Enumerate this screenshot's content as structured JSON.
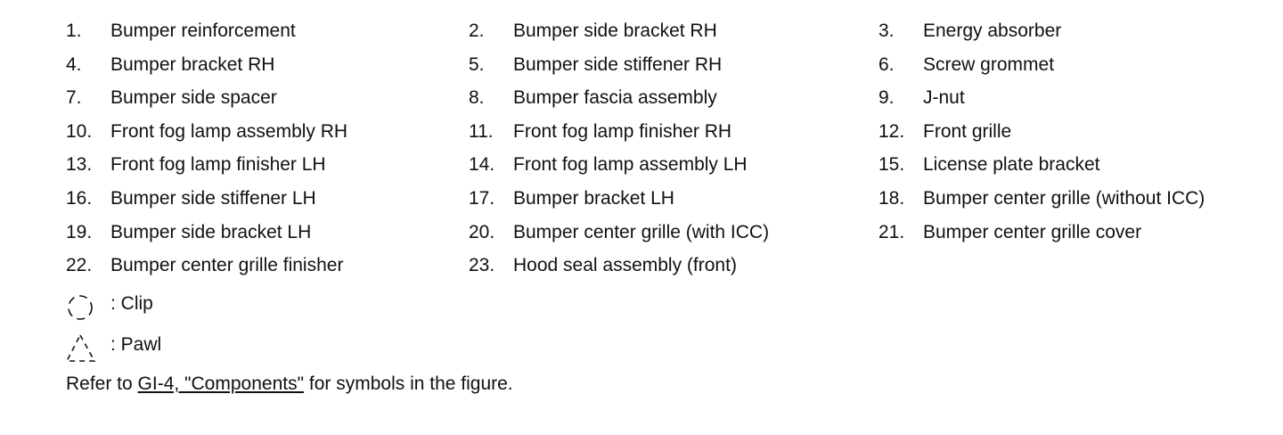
{
  "parts": [
    {
      "num": "1.",
      "name": "Bumper reinforcement"
    },
    {
      "num": "2.",
      "name": "Bumper side bracket RH"
    },
    {
      "num": "3.",
      "name": "Energy absorber"
    },
    {
      "num": "4.",
      "name": "Bumper bracket RH"
    },
    {
      "num": "5.",
      "name": "Bumper side stiffener RH"
    },
    {
      "num": "6.",
      "name": "Screw grommet"
    },
    {
      "num": "7.",
      "name": "Bumper side spacer"
    },
    {
      "num": "8.",
      "name": "Bumper fascia assembly"
    },
    {
      "num": "9.",
      "name": "J-nut"
    },
    {
      "num": "10.",
      "name": "Front fog lamp assembly RH"
    },
    {
      "num": "11.",
      "name": "Front fog lamp finisher RH"
    },
    {
      "num": "12.",
      "name": "Front grille"
    },
    {
      "num": "13.",
      "name": "Front fog lamp finisher LH"
    },
    {
      "num": "14.",
      "name": "Front fog lamp assembly LH"
    },
    {
      "num": "15.",
      "name": "License plate bracket"
    },
    {
      "num": "16.",
      "name": "Bumper side stiffener LH"
    },
    {
      "num": "17.",
      "name": "Bumper bracket LH"
    },
    {
      "num": "18.",
      "name": "Bumper center grille (without ICC)"
    },
    {
      "num": "19.",
      "name": "Bumper side bracket LH"
    },
    {
      "num": "20.",
      "name": "Bumper center grille (with ICC)"
    },
    {
      "num": "21.",
      "name": "Bumper center grille cover"
    },
    {
      "num": "22.",
      "name": "Bumper center grille finisher"
    },
    {
      "num": "23.",
      "name": "Hood seal assembly (front)"
    }
  ],
  "legend": {
    "clip": {
      "icon": "dashed-circle-icon",
      "label": ": Clip"
    },
    "pawl": {
      "icon": "dashed-triangle-icon",
      "label": ": Pawl"
    }
  },
  "footnote": {
    "before": "Refer to ",
    "link_text": "GI-4, \"Components\"",
    "after": " for symbols in the figure."
  }
}
